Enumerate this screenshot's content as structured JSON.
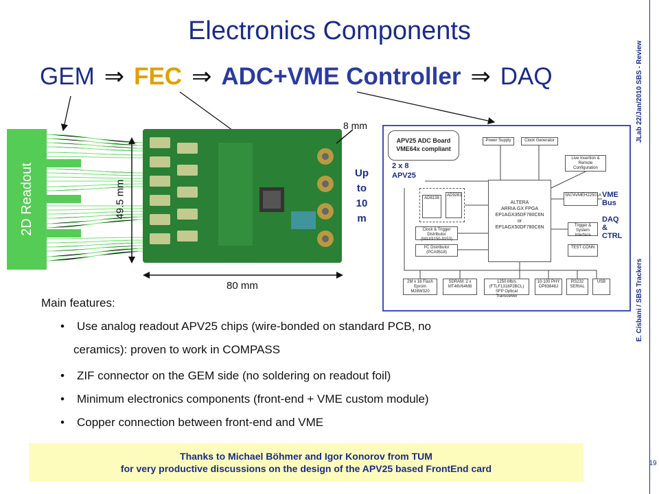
{
  "title": "Electronics Components",
  "chain": {
    "gem": "GEM",
    "arrow": "⇒",
    "fec": "FEC",
    "adc": "ADC+VME Controller",
    "daq": "DAQ"
  },
  "figure": {
    "readout_label": "2D Readout",
    "dim_width": "80 mm",
    "dim_height": "49.5 mm",
    "dim_depth": "8 mm",
    "up_to": [
      "Up",
      "to",
      "10",
      "m"
    ],
    "pcb_color": "#2c8a36"
  },
  "board": {
    "title": "APV25 ADC Board",
    "subtitle": "VME64x compliant",
    "power_supply": "Power Supply",
    "clock_gen": "Clock Generator",
    "live_insertion": "Live Insertion & Remote Configuration",
    "apv_label": "2 x 8",
    "apv_name": "APV25",
    "adc1": "AD8138",
    "adc2": "AD9281",
    "fpga_lines": [
      "ALTERA",
      "ARRIA GX FPGA",
      "EP1AGX35DF780C6N",
      "or",
      "EP1AGX50DF780C6N"
    ],
    "vme_chip": "SN74VMEH22501A",
    "vme_label": [
      "VME",
      "Bus"
    ],
    "clock_trigger": "Clock & Trigger Distributor (MAX9150-9153)",
    "i2c": "I²C Distributor (PCA9518)",
    "trigger_interface": "Trigger & System Interface",
    "test_conn": "TEST CONN",
    "daq_label": [
      "DAQ",
      "&",
      "CTRL"
    ],
    "bottom_blocks": [
      "2M x 16 Flash Eprom M28W320",
      "SDRAM: 2 x MT46V64M8",
      "1250 Mb/s (FTLF1318P2BCL) SFP Optical Transceiver",
      "10-100 PHY DP83848J",
      "RS232 SERIAL",
      "USB"
    ]
  },
  "features": {
    "heading": "Main features:",
    "bullet": "•",
    "items": [
      "Use analog readout APV25 chips (wire-bonded on standard PCB, no",
      "ceramics): proven to work in COMPASS",
      "ZIF connector on the GEM side (no soldering on readout foil)",
      "Minimum electronics components (front-end + VME custom module)",
      "Copper connection between front-end and VME"
    ]
  },
  "thanks": {
    "line1": "Thanks to Michael Böhmer and Igor Konorov from TUM",
    "line2": "for very productive discussions on the design of the APV25 based FrontEnd card"
  },
  "sidebar": {
    "top": "JLab 22/Jan/2010 SBS - Review",
    "bottom": "E. Cisbani / SBS Trackers",
    "page": "19"
  }
}
